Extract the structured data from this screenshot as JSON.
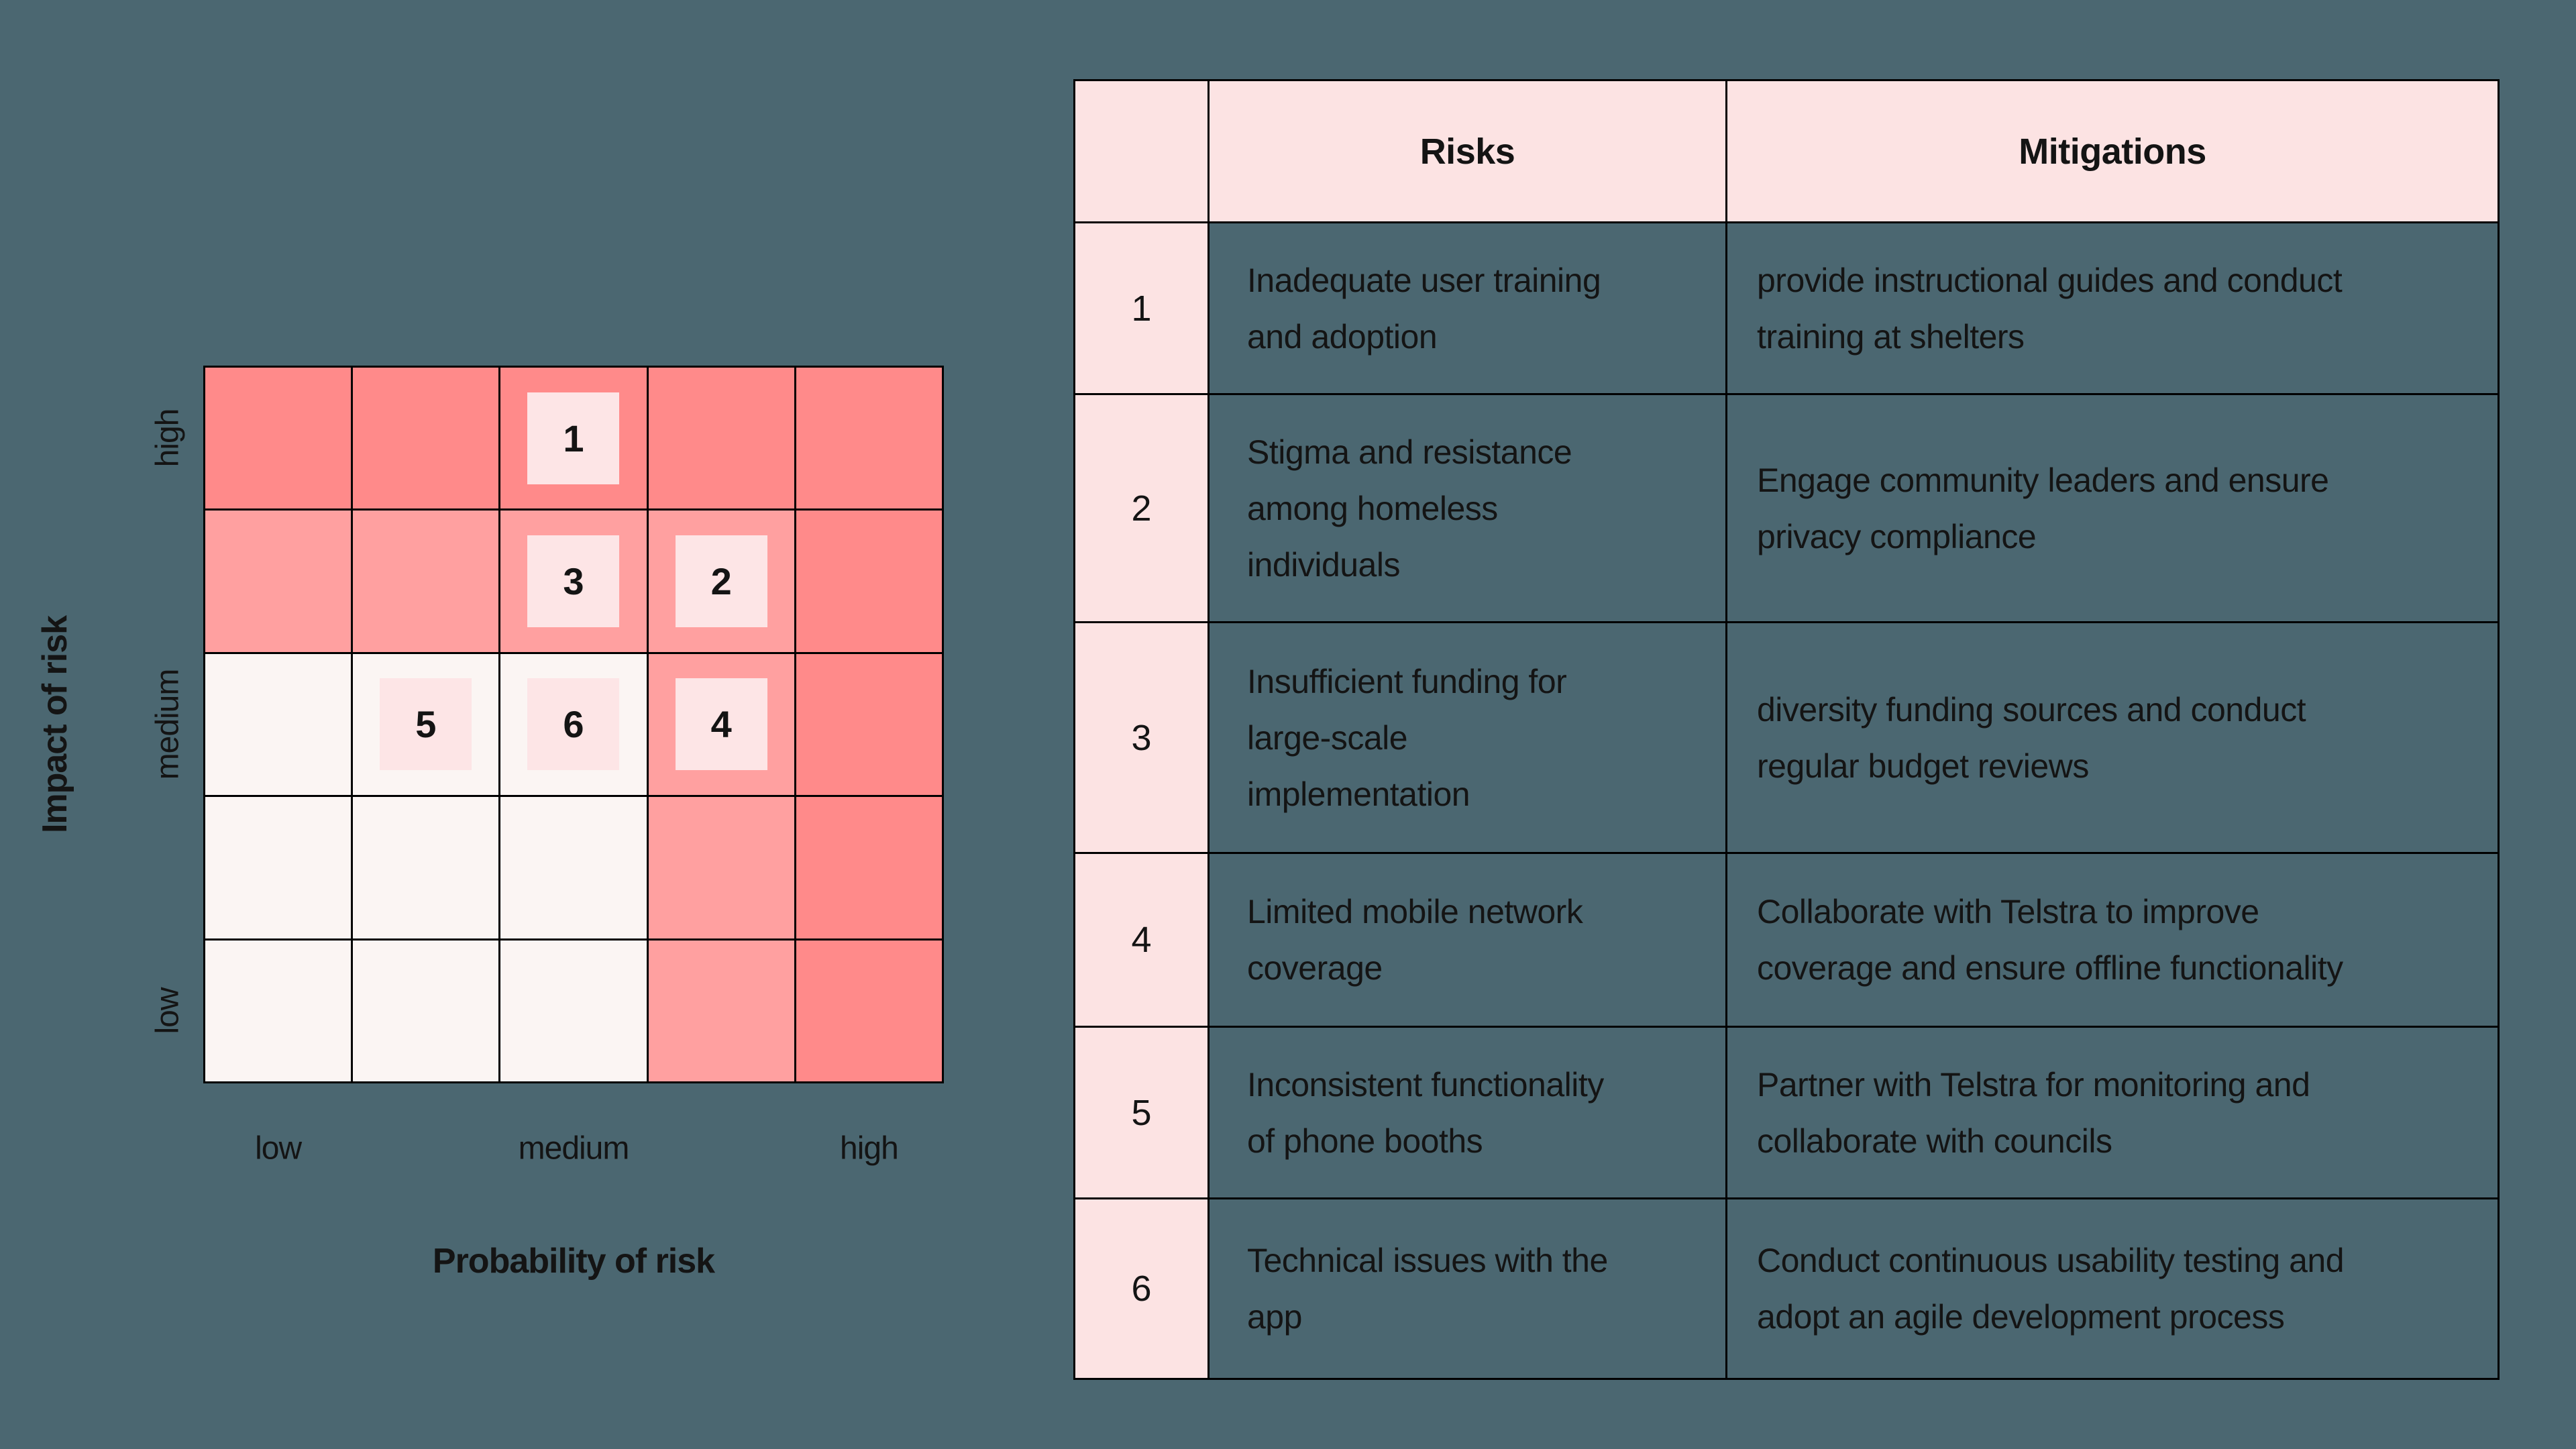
{
  "colors": {
    "background": "#4B6771",
    "cell_high": "#FF8A8A",
    "cell_medium": "#FFA0A0",
    "cell_low": "#FBF5F3",
    "marker_bg": "#FDE5E6",
    "table_pink": "#FCE3E3",
    "grid_line": "#000000",
    "text": "#141414"
  },
  "matrix": {
    "y_axis_title": "Impact of risk",
    "x_axis_title": "Probability of risk",
    "y_tick_labels": [
      "high",
      "medium",
      "low"
    ],
    "x_tick_labels": [
      "low",
      "medium",
      "high"
    ],
    "cells": [
      [
        "high",
        "high",
        "high",
        "high",
        "high"
      ],
      [
        "medium",
        "medium",
        "medium",
        "medium",
        "high"
      ],
      [
        "low",
        "low",
        "low",
        "medium",
        "high"
      ],
      [
        "low",
        "low",
        "low",
        "medium",
        "high"
      ],
      [
        "low",
        "low",
        "low",
        "medium",
        "high"
      ]
    ],
    "markers": [
      {
        "label": "1",
        "row": 0,
        "col": 2
      },
      {
        "label": "2",
        "row": 1,
        "col": 3
      },
      {
        "label": "3",
        "row": 1,
        "col": 2
      },
      {
        "label": "4",
        "row": 2,
        "col": 3
      },
      {
        "label": "5",
        "row": 2,
        "col": 1
      },
      {
        "label": "6",
        "row": 2,
        "col": 2
      }
    ]
  },
  "table": {
    "headers": {
      "index": "",
      "risks": "Risks",
      "mitigations": "Mitigations"
    },
    "rows": [
      {
        "num": "1",
        "risk": "Inadequate user training\nand adoption",
        "mitigation": "provide instructional guides and conduct\ntraining at shelters"
      },
      {
        "num": "2",
        "risk": "Stigma and resistance\namong homeless\nindividuals",
        "mitigation": "Engage community leaders and ensure\nprivacy compliance"
      },
      {
        "num": "3",
        "risk": "Insufficient funding for\nlarge-scale\nimplementation",
        "mitigation": "diversity funding sources and conduct\nregular budget reviews"
      },
      {
        "num": "4",
        "risk": "Limited mobile network\ncoverage",
        "mitigation": "Collaborate with Telstra to improve\ncoverage and ensure offline functionality"
      },
      {
        "num": "5",
        "risk": "Inconsistent functionality\nof phone booths",
        "mitigation": "Partner with Telstra for monitoring and\ncollaborate with councils"
      },
      {
        "num": "6",
        "risk": "Technical issues with the\napp",
        "mitigation": "Conduct continuous usability testing and\nadopt an agile development process"
      }
    ]
  }
}
